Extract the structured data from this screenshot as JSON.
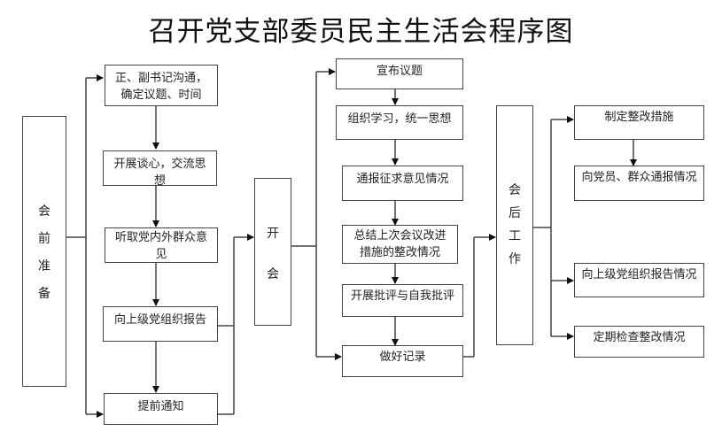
{
  "title": "召开党支部委员民主生活会程序图",
  "stages": {
    "before": "会前准备",
    "meeting": "开会",
    "after": "会后工作"
  },
  "before_steps": [
    "正、副书记沟通，确定议题、时间",
    "开展谈心，交流思想",
    "听取党内外群众意见",
    "向上级党组织报告",
    "提前通知"
  ],
  "meeting_steps": [
    "宣布议题",
    "组织学习，统一思想",
    "通报征求意见情况",
    "总结上次会议改进措施的整改情况",
    "开展批评与自我批评",
    "做好记录"
  ],
  "after_steps": [
    "制定整改措施",
    "向党员、群众通报情况",
    "向上级党组织报告情况",
    "定期检查整改情况"
  ]
}
